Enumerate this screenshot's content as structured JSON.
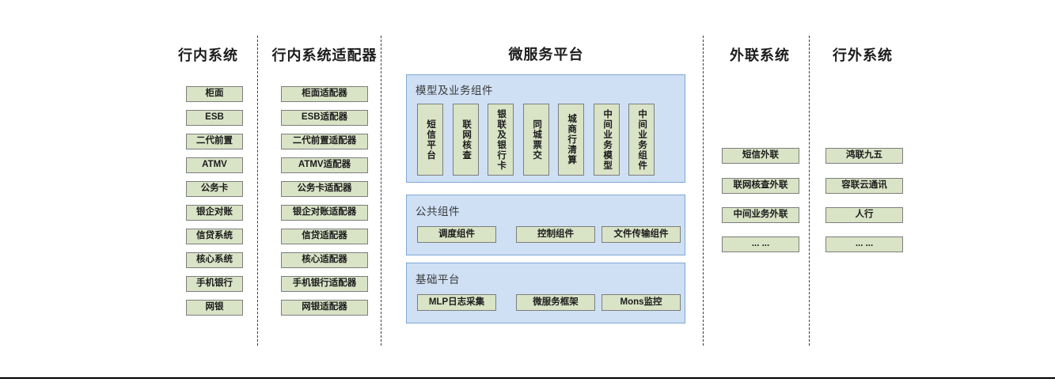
{
  "columns": [
    {
      "id": "inbank-systems",
      "title": "行内系统",
      "items": [
        "柜面",
        "ESB",
        "二代前置",
        "ATMV",
        "公务卡",
        "银企对账",
        "信贷系统",
        "核心系统",
        "手机银行",
        "网银"
      ]
    },
    {
      "id": "inbank-adapters",
      "title": "行内系统适配器",
      "items": [
        "柜面适配器",
        "ESB适配器",
        "二代前置适配器",
        "ATMV适配器",
        "公务卡适配器",
        "银企对账适配器",
        "信贷适配器",
        "核心适配器",
        "手机银行适配器",
        "网银适配器"
      ]
    },
    {
      "id": "microservice-platform",
      "title": "微服务平台"
    },
    {
      "id": "external-link-systems",
      "title": "外联系统",
      "items": [
        "短信外联",
        "联网核查外联",
        "中间业务外联",
        "... ..."
      ]
    },
    {
      "id": "outbank-systems",
      "title": "行外系统",
      "items": [
        "鸿联九五",
        "容联云通讯",
        "人行",
        "... ..."
      ]
    }
  ],
  "platform": {
    "panels": [
      {
        "id": "model-business-components",
        "title": "模型及业务组件",
        "orientation": "vertical",
        "items": [
          "短信平台",
          "联网核查",
          "银联及银行卡",
          "同城票交",
          "城商行清算",
          "中间业务模型",
          "中间业务组件"
        ]
      },
      {
        "id": "public-components",
        "title": "公共组件",
        "orientation": "horizontal",
        "items": [
          "调度组件",
          "控制组件",
          "文件传输组件"
        ]
      },
      {
        "id": "base-platform",
        "title": "基础平台",
        "orientation": "horizontal",
        "items": [
          "MLP日志采集",
          "微服务框架",
          "Mons监控"
        ]
      }
    ]
  },
  "colors": {
    "node_fill": "#d9e3c6",
    "node_border": "#7d7d7d",
    "panel_fill": "#cfe0f4",
    "panel_border": "#7ea6d6",
    "text": "#1c1c1c",
    "separator": "#3a3a3a"
  }
}
